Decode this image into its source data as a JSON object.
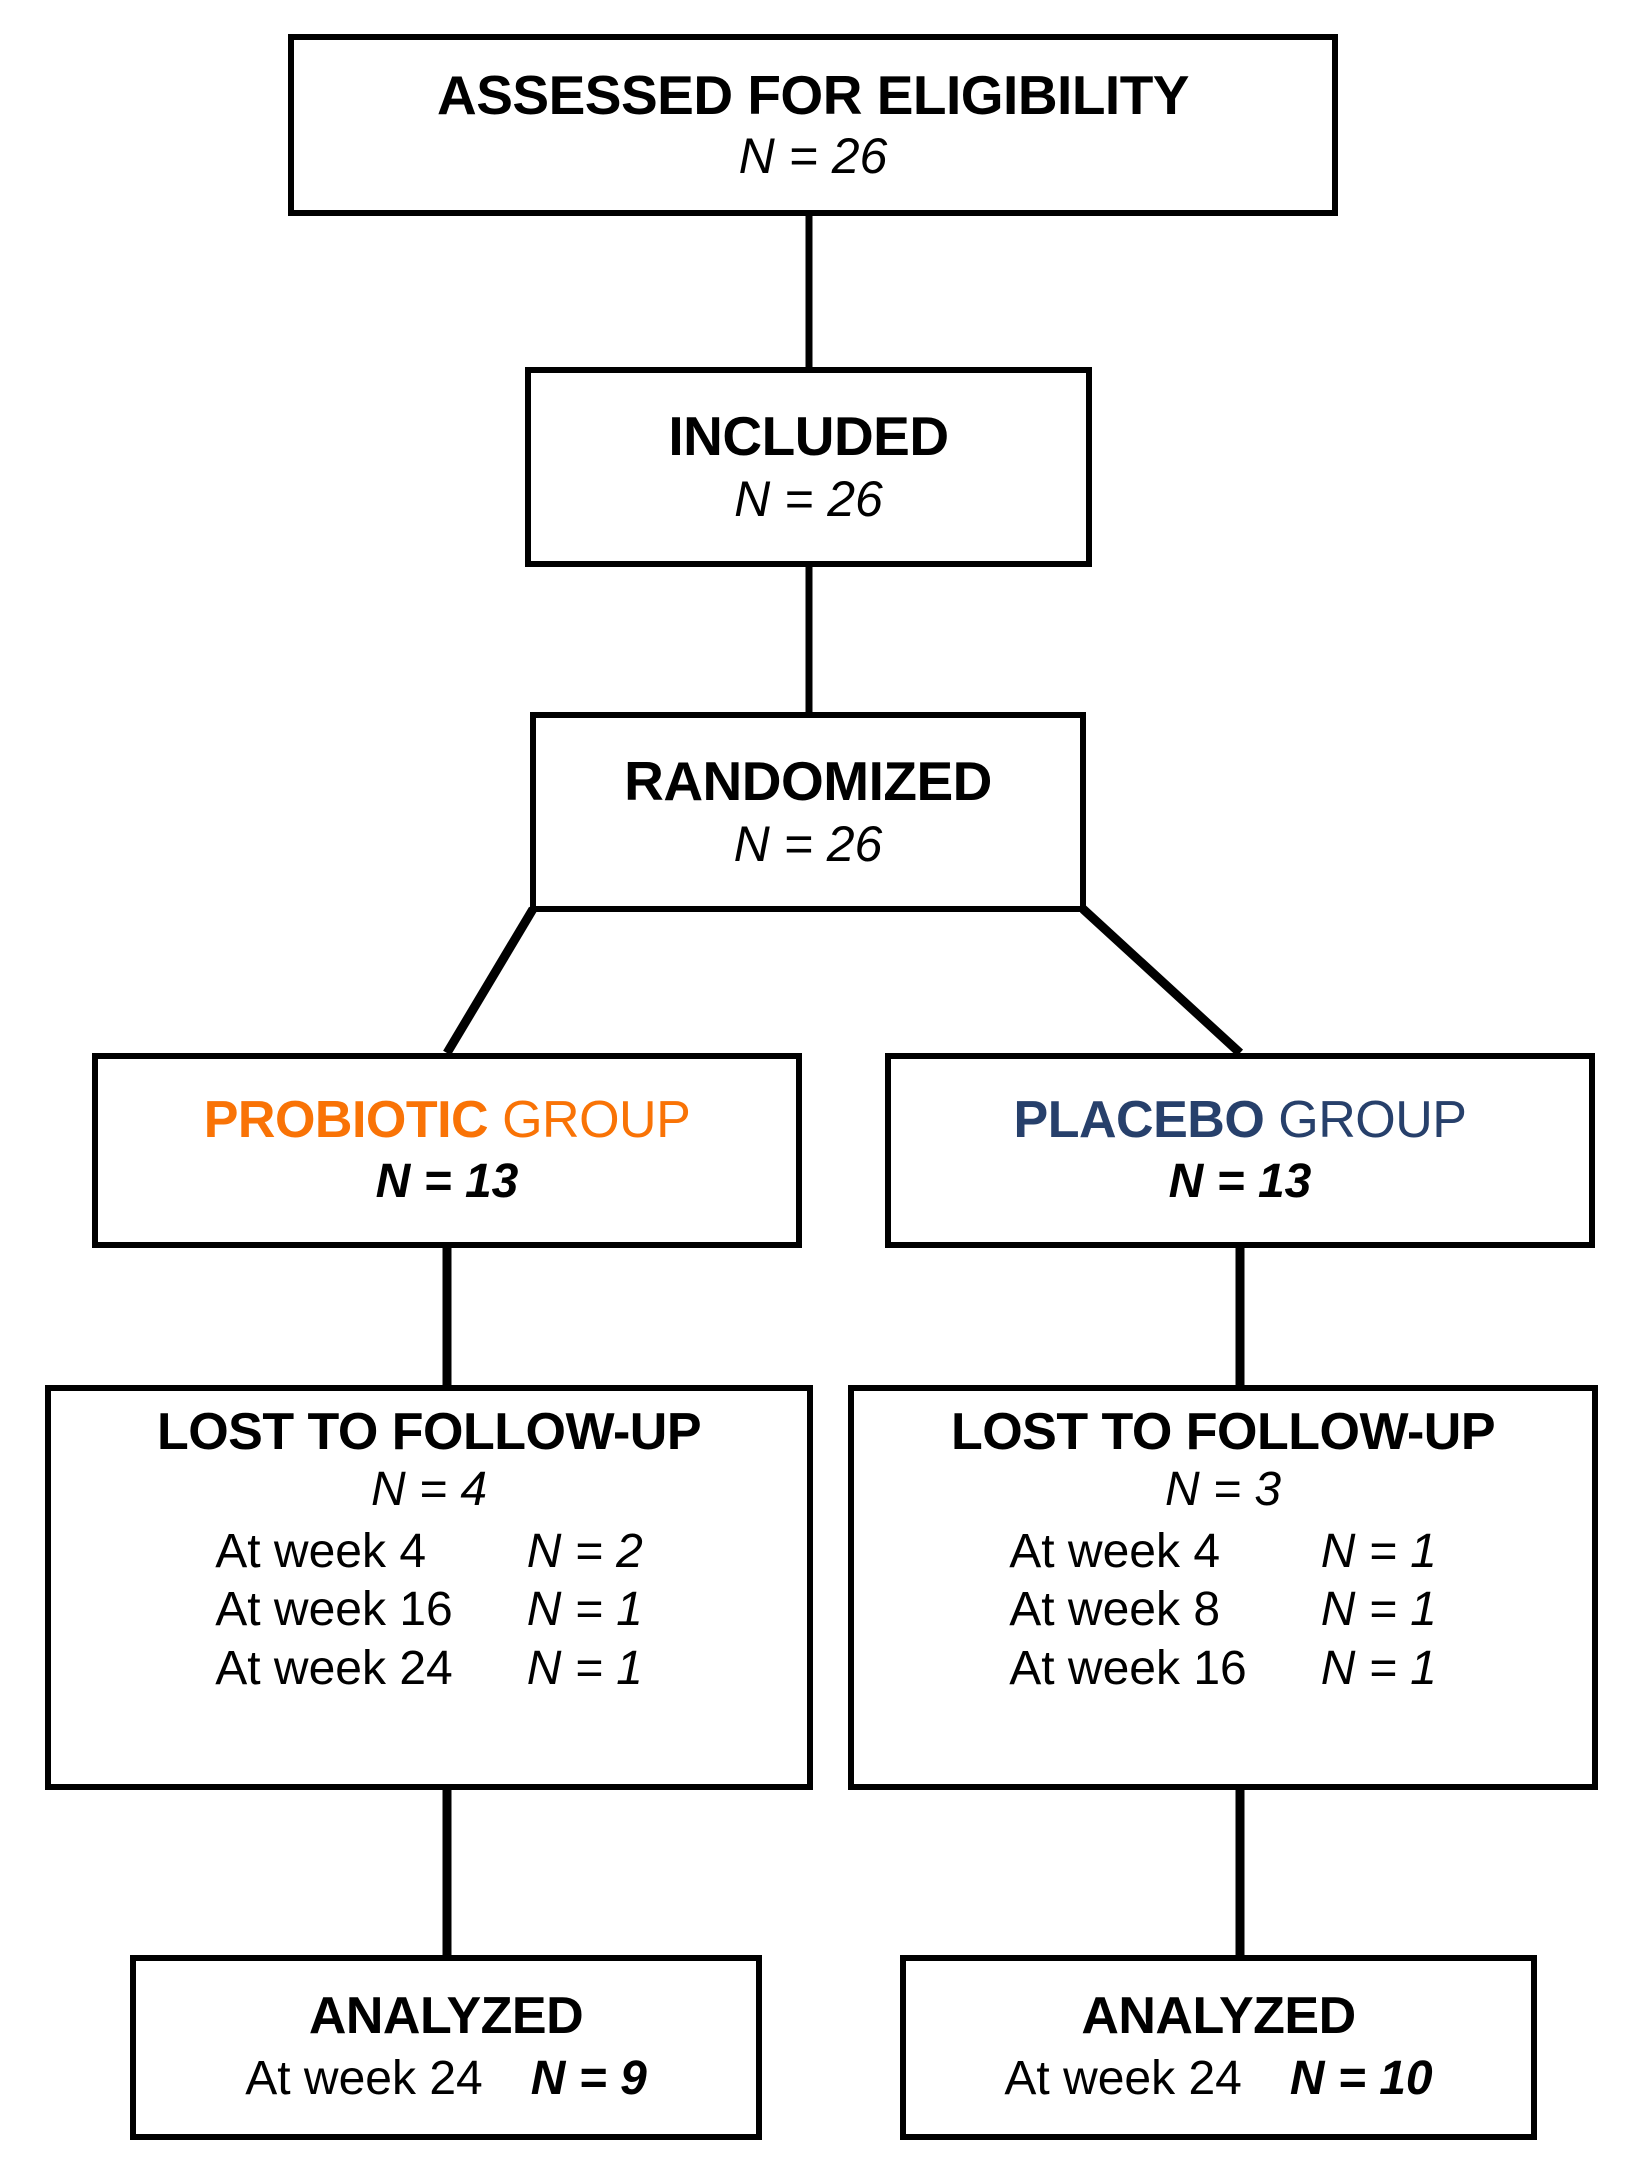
{
  "diagram": {
    "type": "consort-flow-diagram",
    "colors": {
      "probiotic": "#F97306",
      "placebo": "#27406B",
      "line": "#000000",
      "background": "#FFFFFF"
    }
  },
  "assessed": {
    "title": "ASSESSED FOR ELIGIBILITY",
    "n_label": "N = 26"
  },
  "included": {
    "title": "INCLUDED",
    "n_label": "N = 26"
  },
  "randomized": {
    "title": "RANDOMIZED",
    "n_label": "N = 26"
  },
  "probiotic_group": {
    "title_strong": "PROBIOTIC",
    "title_rest": " GROUP",
    "n_label": "N = 13"
  },
  "placebo_group": {
    "title_strong": "PLACEBO",
    "title_rest": " GROUP",
    "n_label": "N = 13"
  },
  "ltfu_probiotic": {
    "title": "LOST TO FOLLOW-UP",
    "n_label": "N = 4",
    "rows": [
      {
        "week": "At week 4",
        "n": "N = 2"
      },
      {
        "week": "At week 16",
        "n": "N = 1"
      },
      {
        "week": "At week 24",
        "n": "N = 1"
      }
    ]
  },
  "ltfu_placebo": {
    "title": "LOST TO FOLLOW-UP",
    "n_label": "N = 3",
    "rows": [
      {
        "week": "At week 4",
        "n": "N = 1"
      },
      {
        "week": "At week 8",
        "n": "N = 1"
      },
      {
        "week": "At week 16",
        "n": "N = 1"
      }
    ]
  },
  "analyzed_probiotic": {
    "title": "ANALYZED",
    "week": "At week 24",
    "n_label": "N = 9"
  },
  "analyzed_placebo": {
    "title": "ANALYZED",
    "week": "At week 24",
    "n_label": "N = 10"
  }
}
